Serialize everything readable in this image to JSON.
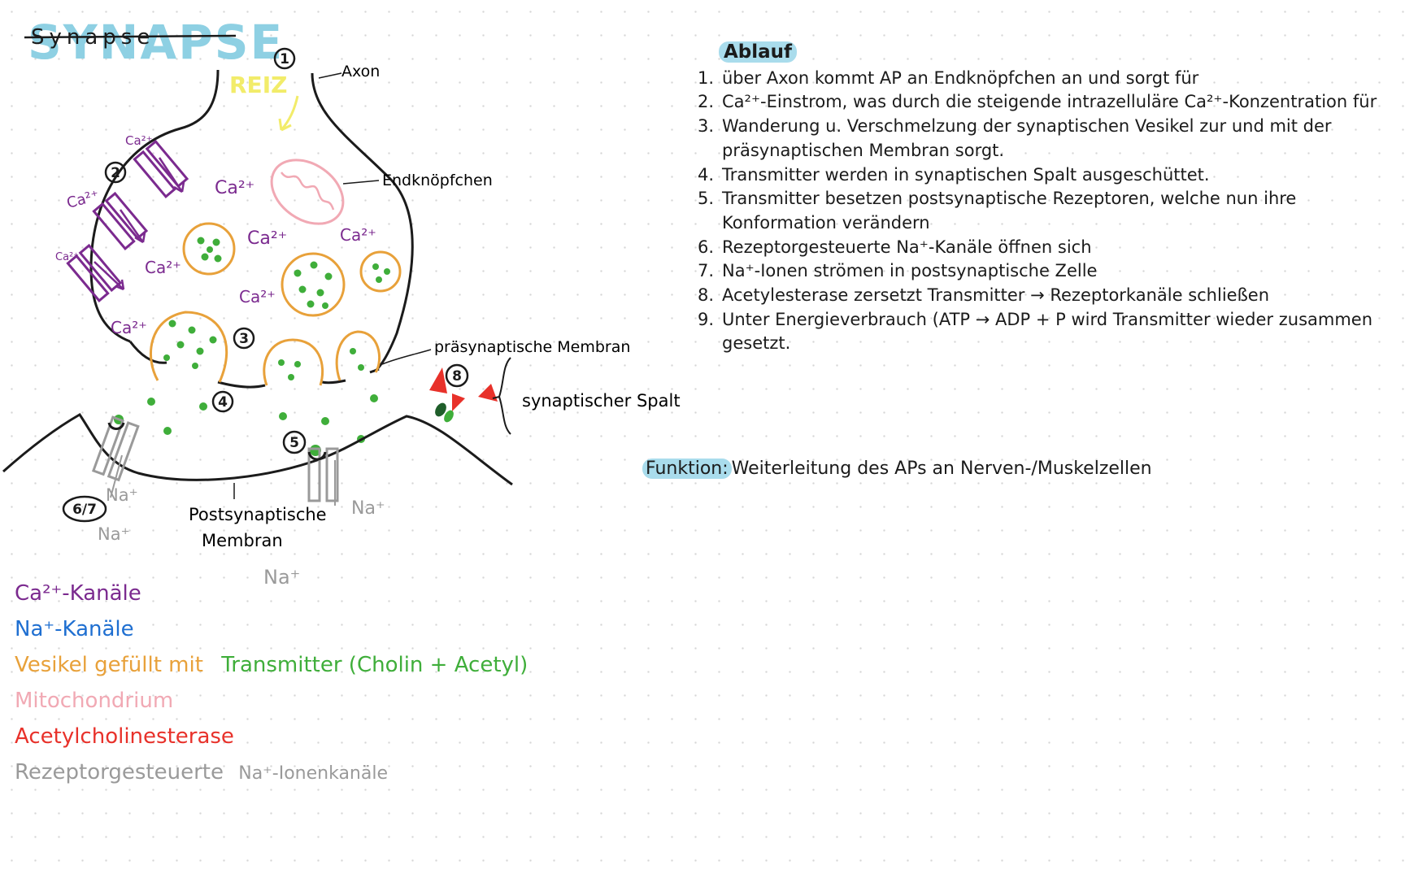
{
  "title": "SYNAPSE",
  "title_strike": "Synapse",
  "diagram": {
    "label_axon": "Axon",
    "label_reiz": "REIZ",
    "label_endknoepfchen": "Endknöpfchen",
    "label_praesyn": "präsynaptische Membran",
    "label_spalt": "synaptischer Spalt",
    "label_postsyn_1": "Postsynaptische",
    "label_postsyn_2": "Membran",
    "ca_label": "Ca²⁺",
    "na_label": "Na⁺",
    "step_1": "1",
    "step_2": "2",
    "step_3": "3",
    "step_4": "4",
    "step_5": "5",
    "step_67": "6/7",
    "step_8": "8"
  },
  "ablauf": {
    "heading": "Ablauf",
    "items": [
      {
        "num": "1.",
        "text": "über Axon kommt AP an Endknöpfchen an und sorgt für"
      },
      {
        "num": "2.",
        "text": "Ca²⁺-Einstrom, was durch die steigende intrazelluläre Ca²⁺-Konzentration für"
      },
      {
        "num": "3.",
        "text": "Wanderung u. Verschmelzung der synaptischen Vesikel zur und mit der präsynaptischen Membran sorgt."
      },
      {
        "num": "4.",
        "text": "Transmitter werden in synaptischen Spalt ausgeschüttet."
      },
      {
        "num": "5.",
        "text": "Transmitter besetzen postsynaptische Rezeptoren, welche nun ihre Konformation verändern"
      },
      {
        "num": "6.",
        "text": "Rezeptorgesteuerte Na⁺-Kanäle öffnen sich"
      },
      {
        "num": "7.",
        "text": "Na⁺-Ionen strömen in postsynaptische Zelle"
      },
      {
        "num": "8.",
        "text": "Acetylesterase zersetzt Transmitter → Rezeptorkanäle schließen"
      },
      {
        "num": "9.",
        "text": "Unter Energieverbrauch (ATP → ADP + P wird Transmitter wieder zusammen gesetzt."
      }
    ]
  },
  "funktion": {
    "label": "Funktion:",
    "text": "Weiterleitung des APs an Nerven-/Muskelzellen"
  },
  "legend": {
    "ca": "Ca²⁺-Kanäle",
    "na": "Na⁺-Kanäle",
    "vesikel": "Vesikel gefüllt mit",
    "transmitter": "Transmitter (Cholin + Acetyl)",
    "mito": "Mitochondrium",
    "ache": "Acetylcholinesterase",
    "rezeptor_a": "Rezeptorgesteuerte",
    "rezeptor_b": "Na⁺-Ionenkanäle"
  },
  "colors": {
    "ca": "#7b2a8f",
    "na": "#1f6fd1",
    "vesikel": "#e8a13a",
    "transmitter": "#3fae3a",
    "acetyl": "#1f5e2a",
    "mito": "#f1a9b4",
    "ache": "#e8312a",
    "rezeptor": "#9a9a9a",
    "highlight": "#a9dcec",
    "title": "#8ed0e3",
    "reiz": "#f2ec6a"
  }
}
